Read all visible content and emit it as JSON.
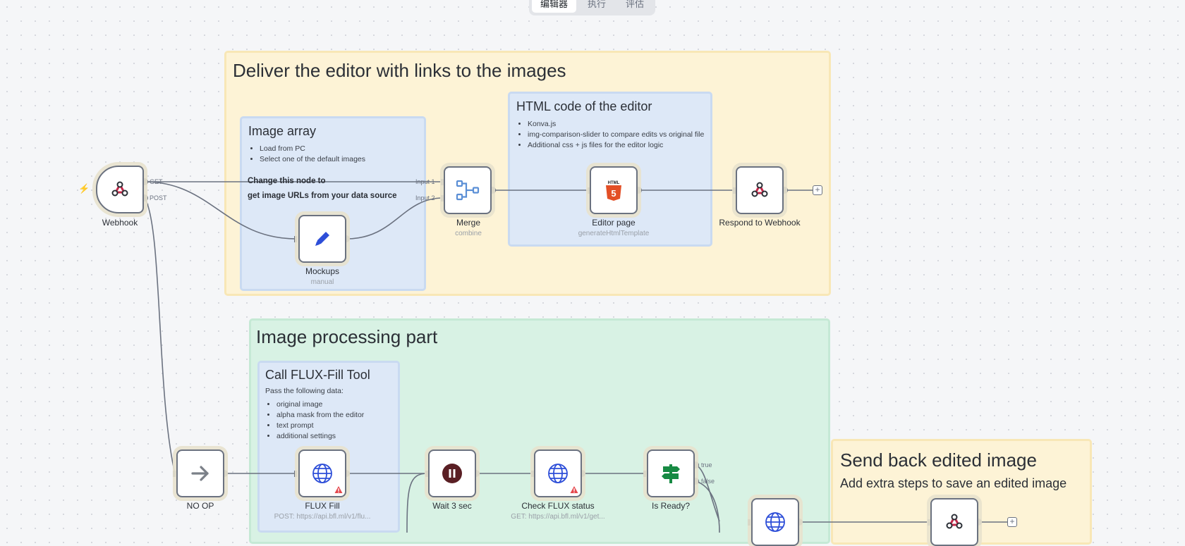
{
  "tabs": [
    {
      "label": "编辑器",
      "active": true
    },
    {
      "label": "执行",
      "active": false
    },
    {
      "label": "评估",
      "active": false
    }
  ],
  "stickies": {
    "deliver": {
      "title": "Deliver the editor with links to the images"
    },
    "image_array": {
      "title": "Image array",
      "items": [
        "Load from PC",
        "Select one of the default images"
      ]
    },
    "html_code": {
      "title": "HTML code of the editor",
      "items": [
        "Konva.js",
        "img-comparison-slider to compare edits vs original file",
        "Additional css + js files for the editor logic"
      ]
    },
    "image_processing": {
      "title": "Image processing part"
    },
    "flux_fill": {
      "title": "Call FLUX-Fill Tool",
      "intro": "Pass the following data:",
      "items": [
        "original image",
        "alpha mask from the editor",
        "text prompt",
        "additional settings"
      ]
    },
    "send_back": {
      "title": "Send back edited image",
      "subtitle": "Add extra steps to save an edited image"
    }
  },
  "mockups_note": {
    "line1": "Change this node to",
    "line2": "get image URLs from your data source"
  },
  "nodes": {
    "webhook": {
      "label": "Webhook",
      "handles": [
        "GET",
        "POST"
      ]
    },
    "merge": {
      "label": "Merge",
      "subtitle": "combine",
      "inputs": [
        "Input 1",
        "Input 2"
      ]
    },
    "editor_page": {
      "label": "Editor page",
      "subtitle": "generateHtmlTemplate"
    },
    "respond": {
      "label": "Respond to Webhook"
    },
    "mockups": {
      "label": "Mockups",
      "subtitle": "manual"
    },
    "noop": {
      "label": "NO OP"
    },
    "flux_fill": {
      "label": "FLUX Fill",
      "subtitle": "POST: https://api.bfl.ml/v1/flu..."
    },
    "wait": {
      "label": "Wait 3 sec"
    },
    "check_flux": {
      "label": "Check FLUX status",
      "subtitle": "GET: https://api.bfl.ml/v1/get..."
    },
    "is_ready": {
      "label": "Is Ready?",
      "handles": [
        "true",
        "false"
      ]
    }
  },
  "colors": {
    "yellow_sticky": "#fdf3d6",
    "green_sticky": "#d8f2e4",
    "blue_sticky": "#dde8f7",
    "wire": "#6b7280",
    "error": "#e5484d"
  }
}
